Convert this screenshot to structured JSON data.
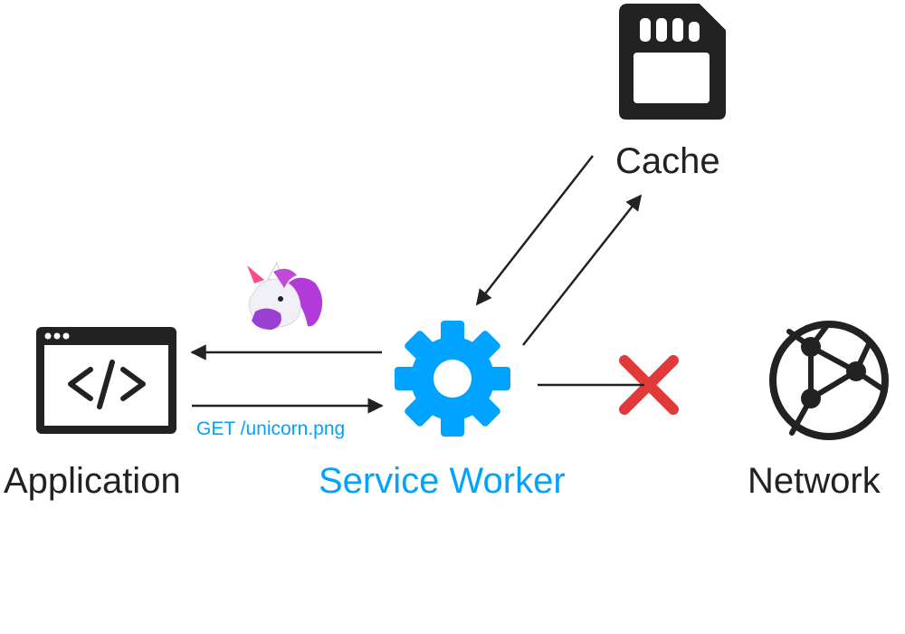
{
  "colors": {
    "ink": "#222222",
    "accent": "#00a3ff",
    "error": "#e03a3a"
  },
  "nodes": {
    "application": {
      "label": "Application",
      "icon": "code-window-icon"
    },
    "service_worker": {
      "label": "Service Worker",
      "icon": "gear-icon"
    },
    "cache": {
      "label": "Cache",
      "icon": "sd-card-icon"
    },
    "network": {
      "label": "Network",
      "icon": "globe-network-icon"
    }
  },
  "edges": {
    "request": {
      "label": "GET /unicorn.png"
    },
    "response": {
      "icon": "unicorn-icon"
    },
    "network_status": {
      "icon": "red-x-icon"
    }
  }
}
